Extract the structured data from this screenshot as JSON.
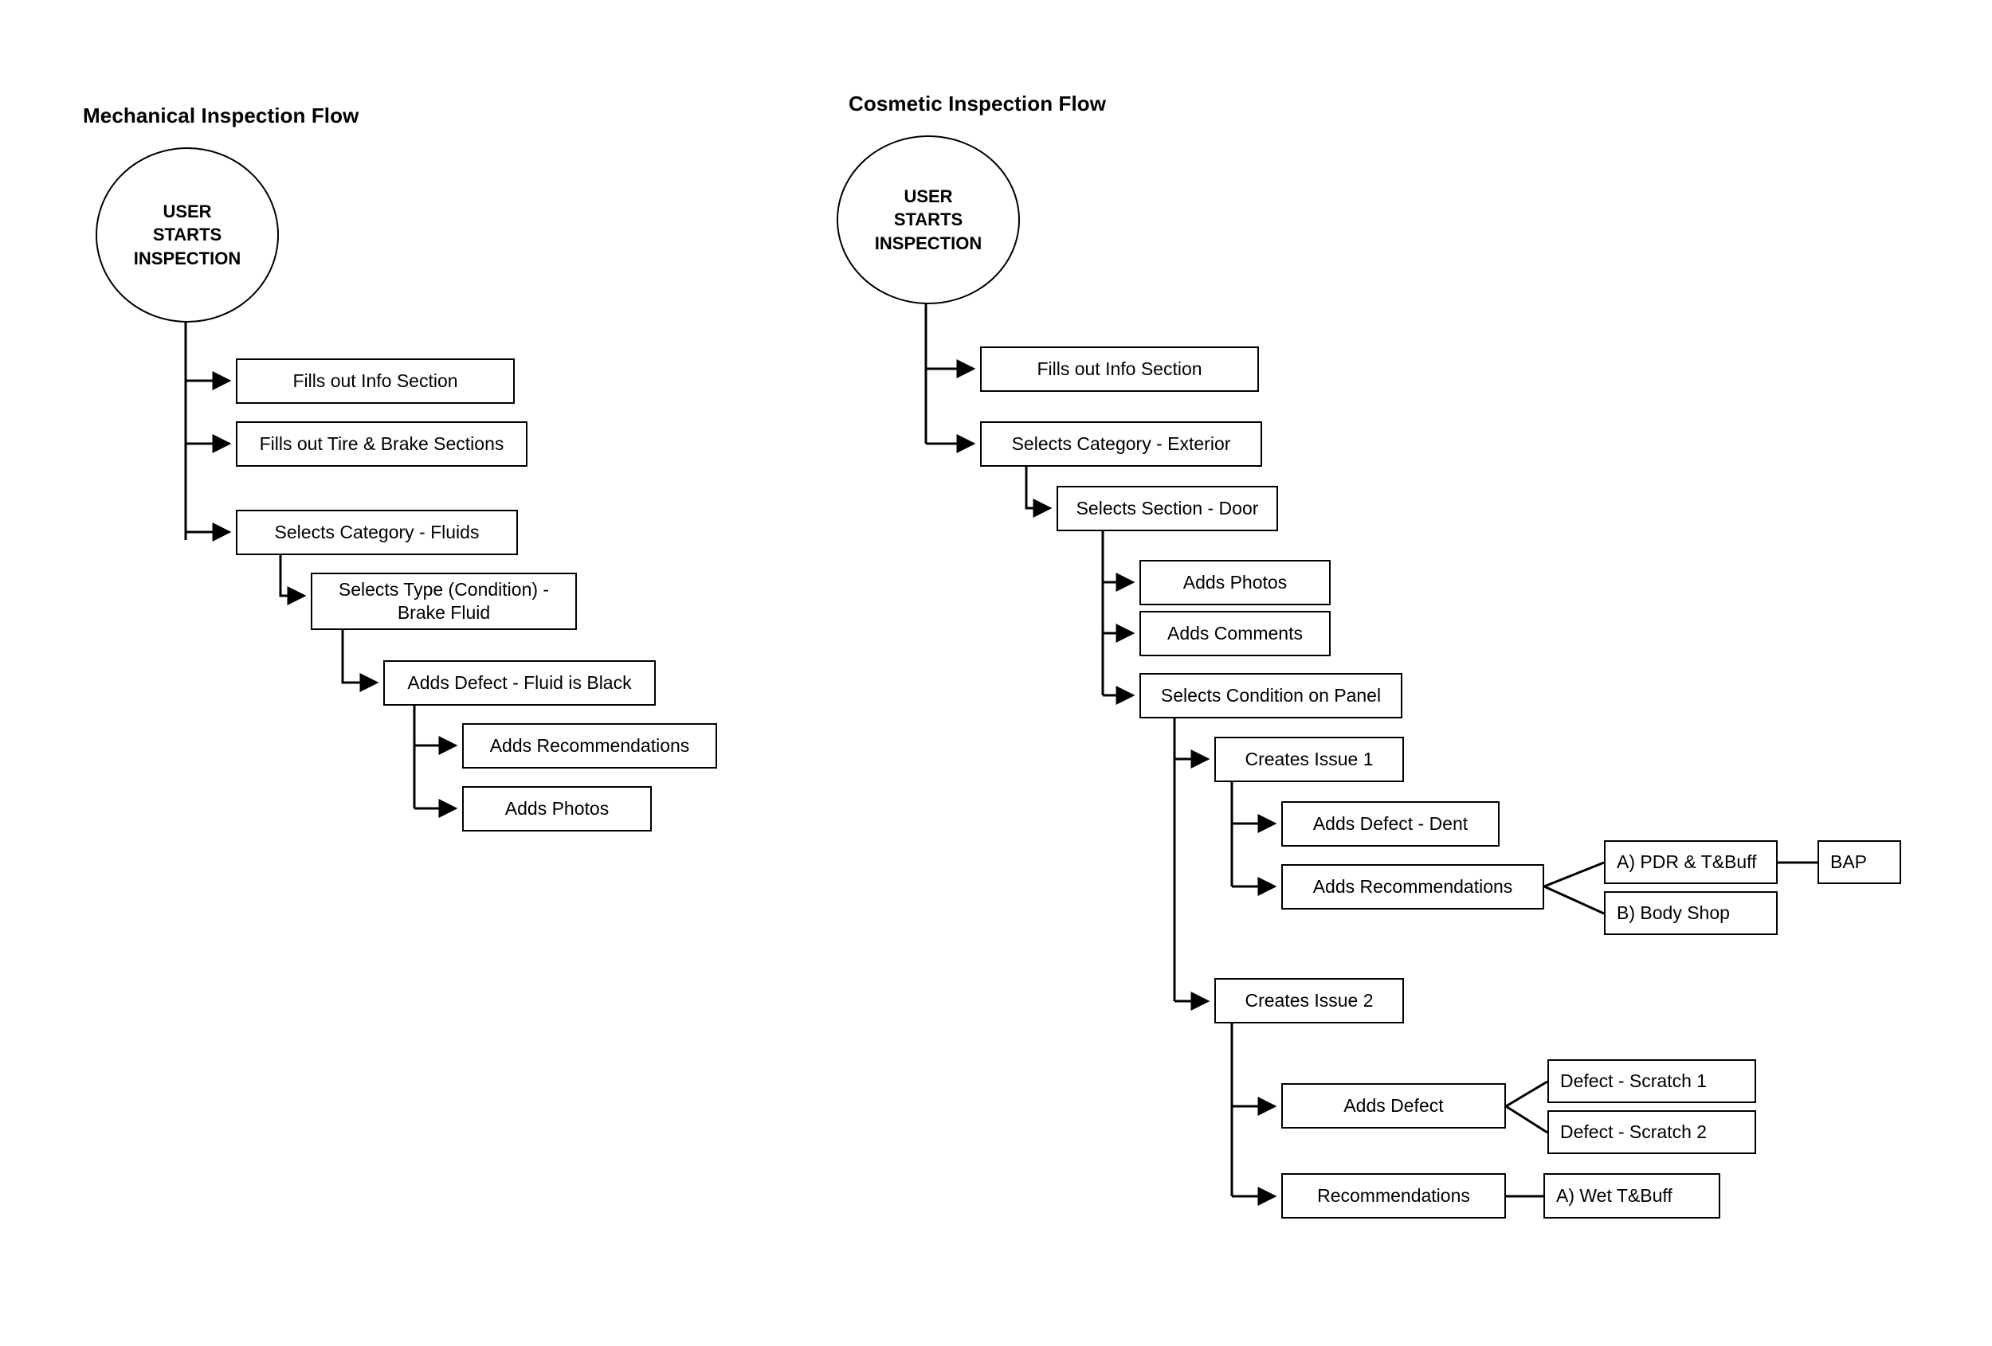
{
  "diagram": {
    "type": "flowchart",
    "background": "#ffffff",
    "line_color": "#000000",
    "flows": [
      {
        "id": "mechanical",
        "title": "Mechanical Inspection Flow",
        "start": {
          "lines": [
            "USER",
            "STARTS",
            "INSPECTION"
          ]
        },
        "nodes": [
          {
            "id": "m1",
            "label": "Fills out Info Section"
          },
          {
            "id": "m2",
            "label": "Fills out Tire & Brake Sections"
          },
          {
            "id": "m3",
            "label": "Selects Category - Fluids"
          },
          {
            "id": "m4",
            "label": "Selects Type (Condition) -\nBrake Fluid"
          },
          {
            "id": "m5",
            "label": "Adds Defect - Fluid is Black"
          },
          {
            "id": "m6",
            "label": "Adds Recommendations"
          },
          {
            "id": "m7",
            "label": "Adds Photos"
          }
        ]
      },
      {
        "id": "cosmetic",
        "title": "Cosmetic Inspection Flow",
        "start": {
          "lines": [
            "USER",
            "STARTS",
            "INSPECTION"
          ]
        },
        "nodes": [
          {
            "id": "c1",
            "label": "Fills out Info Section"
          },
          {
            "id": "c2",
            "label": "Selects Category - Exterior"
          },
          {
            "id": "c3",
            "label": "Selects Section - Door"
          },
          {
            "id": "c4",
            "label": "Adds Photos"
          },
          {
            "id": "c5",
            "label": "Adds Comments"
          },
          {
            "id": "c6",
            "label": "Selects Condition on Panel"
          },
          {
            "id": "c7",
            "label": "Creates Issue 1"
          },
          {
            "id": "c8",
            "label": "Adds Defect - Dent"
          },
          {
            "id": "c9",
            "label": "Adds Recommendations"
          },
          {
            "id": "c10",
            "label": "A) PDR & T&Buff"
          },
          {
            "id": "c11",
            "label": "BAP"
          },
          {
            "id": "c12",
            "label": "B) Body Shop"
          },
          {
            "id": "c13",
            "label": "Creates Issue 2"
          },
          {
            "id": "c14",
            "label": "Adds Defect"
          },
          {
            "id": "c15",
            "label": "Defect - Scratch 1"
          },
          {
            "id": "c16",
            "label": "Defect - Scratch 2"
          },
          {
            "id": "c17",
            "label": "Recommendations"
          },
          {
            "id": "c18",
            "label": "A) Wet T&Buff"
          }
        ]
      }
    ]
  }
}
